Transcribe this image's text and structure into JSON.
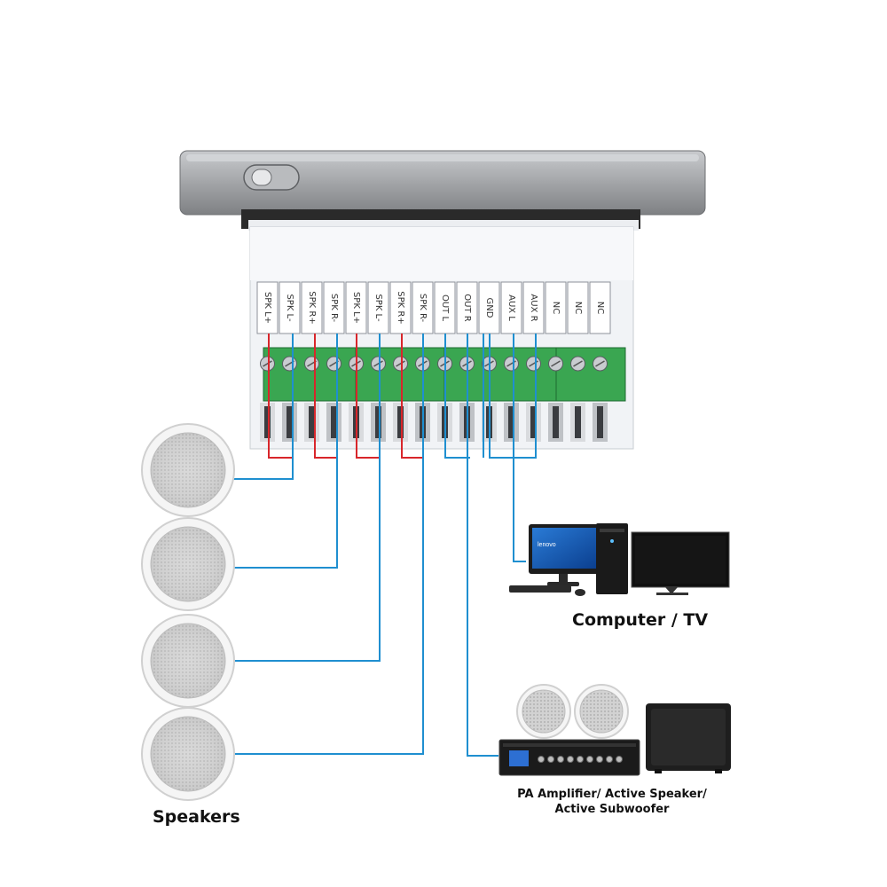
{
  "terminals": [
    "SPK L+",
    "SPK L-",
    "SPK R+",
    "SPK R-",
    "SPK L+",
    "SPK L-",
    "SPK R+",
    "SPK R-",
    "OUT L",
    "OUT R",
    "GND",
    "AUX L",
    "AUX R",
    "NC",
    "NC",
    "NC"
  ],
  "labels": {
    "speakers": "Speakers",
    "computer_tv": "Computer / TV",
    "pa_line1": "PA Amplifier/ Active Speaker/",
    "pa_line2": "Active Subwoofer"
  },
  "colors": {
    "positive_wire": "#d8262b",
    "signal_wire": "#1f8fd0",
    "terminal_block": "#3aa651",
    "panel_silver": "#9a9c9f"
  },
  "devices": {
    "monitor_brand": "lenovo",
    "speaker_count": 4
  }
}
